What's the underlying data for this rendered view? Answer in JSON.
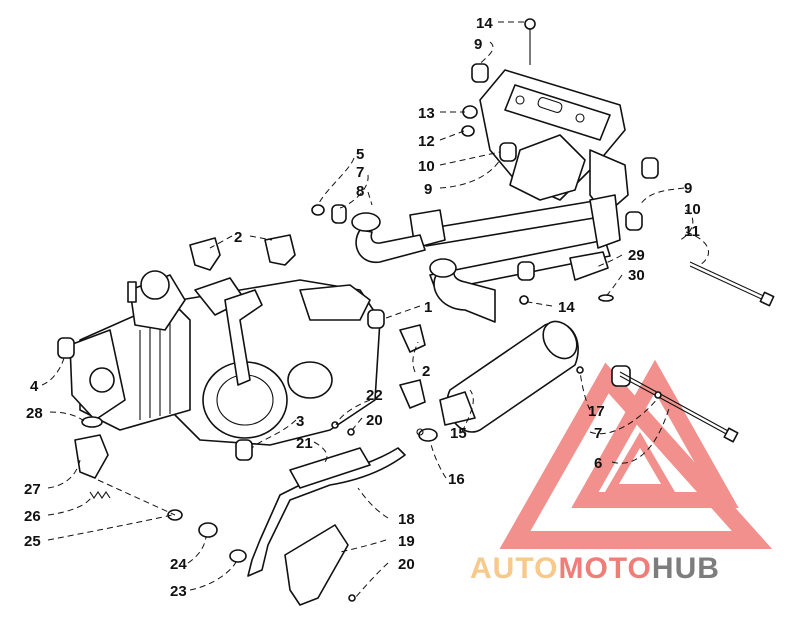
{
  "callouts": [
    {
      "id": "c14a",
      "label": "14"
    },
    {
      "id": "c9a",
      "label": "9"
    },
    {
      "id": "c13",
      "label": "13"
    },
    {
      "id": "c12",
      "label": "12"
    },
    {
      "id": "c10a",
      "label": "10"
    },
    {
      "id": "c9b",
      "label": "9"
    },
    {
      "id": "c5",
      "label": "5"
    },
    {
      "id": "c7a",
      "label": "7"
    },
    {
      "id": "c8",
      "label": "8"
    },
    {
      "id": "c9c",
      "label": "9"
    },
    {
      "id": "c10b",
      "label": "10"
    },
    {
      "id": "c11",
      "label": "11"
    },
    {
      "id": "c2a",
      "label": "2"
    },
    {
      "id": "c29",
      "label": "29"
    },
    {
      "id": "c30",
      "label": "30"
    },
    {
      "id": "c1",
      "label": "1"
    },
    {
      "id": "c14b",
      "label": "14"
    },
    {
      "id": "c2b",
      "label": "2"
    },
    {
      "id": "c4",
      "label": "4"
    },
    {
      "id": "c28",
      "label": "28"
    },
    {
      "id": "c22",
      "label": "22"
    },
    {
      "id": "c20a",
      "label": "20"
    },
    {
      "id": "c3",
      "label": "3"
    },
    {
      "id": "c17",
      "label": "17"
    },
    {
      "id": "c7b",
      "label": "7"
    },
    {
      "id": "c21",
      "label": "21"
    },
    {
      "id": "c15",
      "label": "15"
    },
    {
      "id": "c6",
      "label": "6"
    },
    {
      "id": "c16",
      "label": "16"
    },
    {
      "id": "c27",
      "label": "27"
    },
    {
      "id": "c26",
      "label": "26"
    },
    {
      "id": "c18",
      "label": "18"
    },
    {
      "id": "c25",
      "label": "25"
    },
    {
      "id": "c19",
      "label": "19"
    },
    {
      "id": "c24",
      "label": "24"
    },
    {
      "id": "c20b",
      "label": "20"
    },
    {
      "id": "c23",
      "label": "23"
    }
  ],
  "watermark": {
    "part1": "AUTO",
    "part2": "MOTO",
    "part3": "HUB",
    "color_yellow": "#f7c98a",
    "color_red": "#ef7d78",
    "color_gray": "#7d7d7d"
  }
}
